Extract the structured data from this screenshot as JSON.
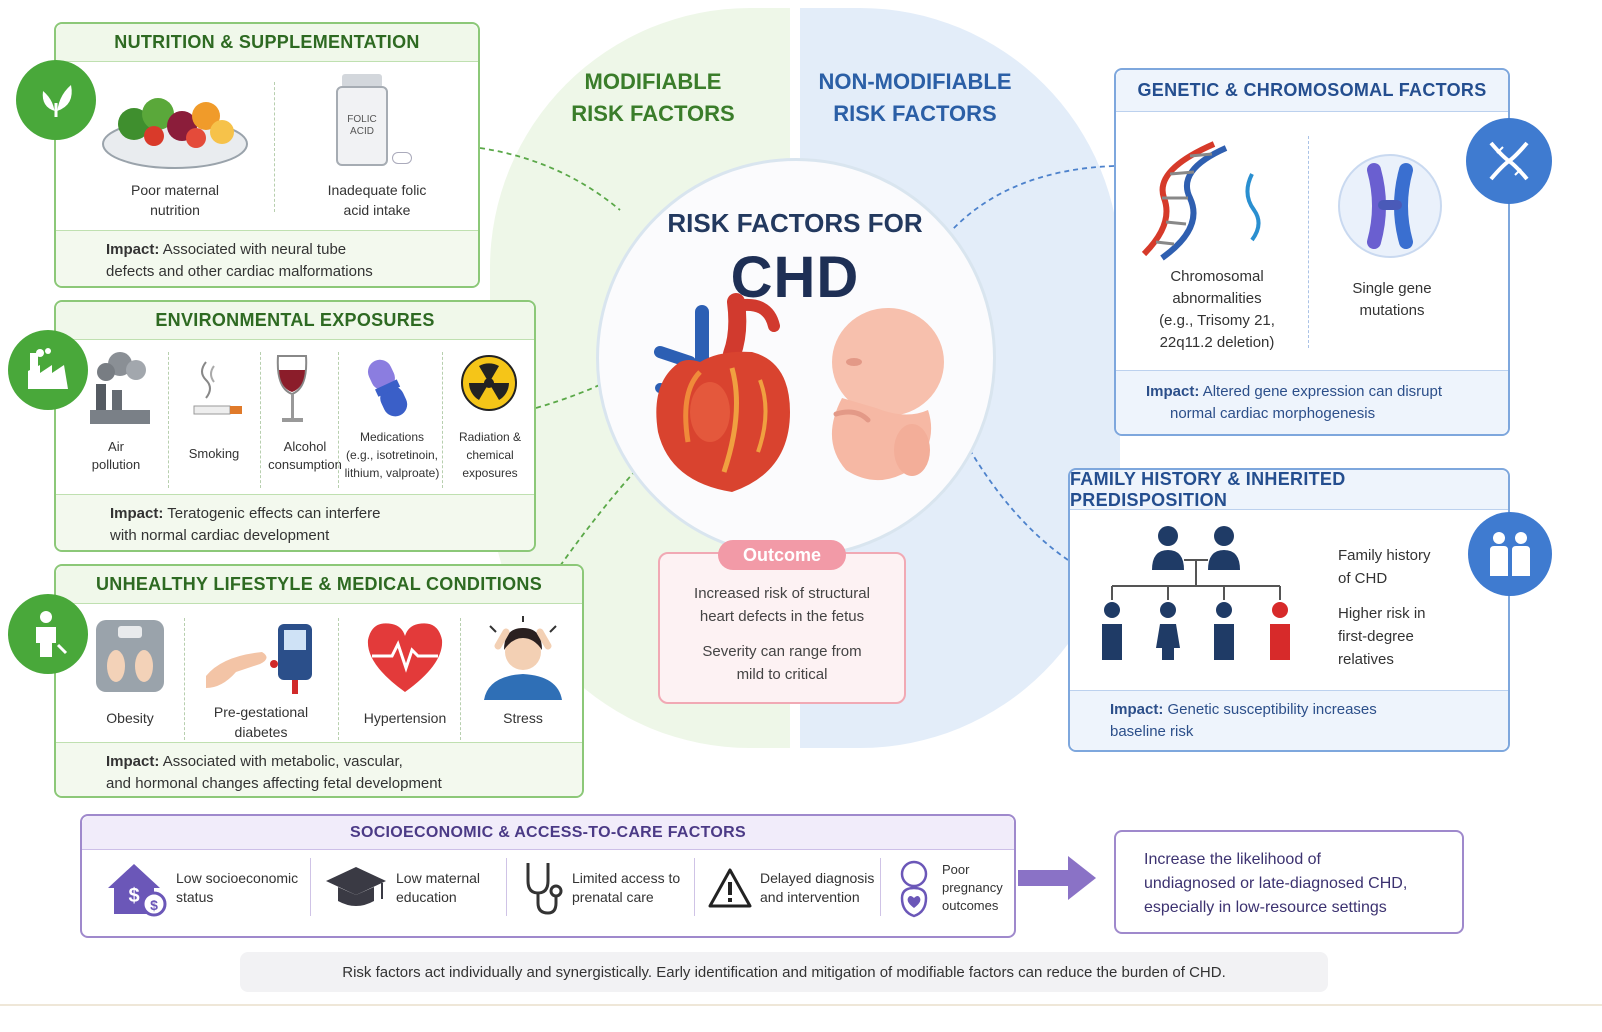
{
  "colors": {
    "green_accent": "#49a83a",
    "blue_accent": "#3f7bd0",
    "purple_accent": "#9f89cc",
    "outcome_pink": "#f29aa7",
    "heading_navy": "#1e2f55"
  },
  "columns": {
    "modifiable": [
      "MODIFIABLE",
      "RISK FACTORS"
    ],
    "non_modifiable": [
      "NON-MODIFIABLE",
      "RISK FACTORS"
    ]
  },
  "center": {
    "title": "RISK FACTORS FOR",
    "abbr": "CHD",
    "heart_icon": "heart-icon",
    "fetus_icon": "fetus-icon"
  },
  "outcome": {
    "label": "Outcome",
    "line1": [
      "Increased risk of structural",
      "heart defects in the fetus"
    ],
    "line2": [
      "Severity can range from",
      "mild to critical"
    ]
  },
  "nutrition": {
    "title": "NUTRITION & SUPPLEMENTATION",
    "icon": "leaf-icon",
    "items": [
      {
        "label": [
          "Poor maternal",
          "nutrition"
        ],
        "icon": "food-bowl-icon"
      },
      {
        "label": [
          "Inadequate folic",
          "acid intake"
        ],
        "icon": "pill-bottle-icon",
        "bottle_text": [
          "FOLIC",
          "ACID"
        ]
      }
    ],
    "impact_label": "Impact:",
    "impact": [
      "Associated with neural tube",
      "defects and other cardiac malformations"
    ]
  },
  "environment": {
    "title": "ENVIRONMENTAL EXPOSURES",
    "icon": "factory-icon",
    "items": [
      {
        "label": [
          "Air",
          "pollution"
        ],
        "icon": "smoke-stack-icon"
      },
      {
        "label": [
          "Smoking"
        ],
        "icon": "cigarette-icon"
      },
      {
        "label": [
          "Alcohol",
          "consumption"
        ],
        "icon": "wine-glass-icon"
      },
      {
        "label": [
          "Medications",
          "(e.g., isotretinoin,",
          "lithium, valproate)"
        ],
        "icon": "capsule-icon"
      },
      {
        "label": [
          "Radiation &",
          "chemical",
          "exposures"
        ],
        "icon": "radiation-icon"
      }
    ],
    "impact_label": "Impact:",
    "impact": [
      "Teratogenic effects can interfere",
      "with normal cardiac development"
    ]
  },
  "lifestyle": {
    "title": "UNHEALTHY LIFESTYLE & MEDICAL CONDITIONS",
    "icon": "person-icon",
    "items": [
      {
        "label": [
          "Obesity"
        ],
        "icon": "scale-icon"
      },
      {
        "label": [
          "Pre-gestational",
          "diabetes"
        ],
        "icon": "glucose-meter-icon"
      },
      {
        "label": [
          "Hypertension"
        ],
        "icon": "heart-pulse-icon"
      },
      {
        "label": [
          "Stress"
        ],
        "icon": "stressed-woman-icon"
      }
    ],
    "impact_label": "Impact:",
    "impact": [
      "Associated with metabolic, vascular,",
      "and hormonal changes affecting fetal development"
    ]
  },
  "genetic": {
    "title": "GENETIC & CHROMOSOMAL FACTORS",
    "icon": "dna-icon",
    "items": [
      {
        "label": [
          "Chromosomal",
          "abnormalities",
          "(e.g., Trisomy 21,",
          "22q11.2 deletion)"
        ],
        "icon": "dna-helix-icon"
      },
      {
        "label": [
          "Single gene",
          "mutations"
        ],
        "icon": "chromosome-icon"
      }
    ],
    "impact_label": "Impact:",
    "impact": [
      "Altered gene expression can disrupt",
      "normal cardiac morphogenesis"
    ]
  },
  "family": {
    "title": "FAMILY HISTORY & INHERITED PREDISPOSITION",
    "icon": "family-icon",
    "text1": [
      "Family history",
      "of CHD"
    ],
    "text2": [
      "Higher risk in",
      "first-degree",
      "relatives"
    ],
    "impact_label": "Impact:",
    "impact": [
      "Genetic susceptibility increases",
      "baseline risk"
    ]
  },
  "socio": {
    "title": "SOCIOECONOMIC & ACCESS-TO-CARE FACTORS",
    "items": [
      {
        "label": [
          "Low socioeconomic",
          "status"
        ],
        "icon": "house-dollar-icon"
      },
      {
        "label": [
          "Low maternal",
          "education"
        ],
        "icon": "graduation-cap-icon"
      },
      {
        "label": [
          "Limited access to",
          "prenatal care"
        ],
        "icon": "stethoscope-icon"
      },
      {
        "label": [
          "Delayed diagnosis",
          "and intervention"
        ],
        "icon": "warning-icon"
      },
      {
        "label": [
          "Poor",
          "pregnancy",
          "outcomes"
        ],
        "icon": "baby-heart-icon"
      }
    ],
    "result": [
      "Increase the likelihood of",
      "undiagnosed or late-diagnosed CHD,",
      "especially in low-resource settings"
    ]
  },
  "footer": "Risk factors act individually and synergistically. Early identification and mitigation of modifiable factors can reduce the burden of CHD."
}
